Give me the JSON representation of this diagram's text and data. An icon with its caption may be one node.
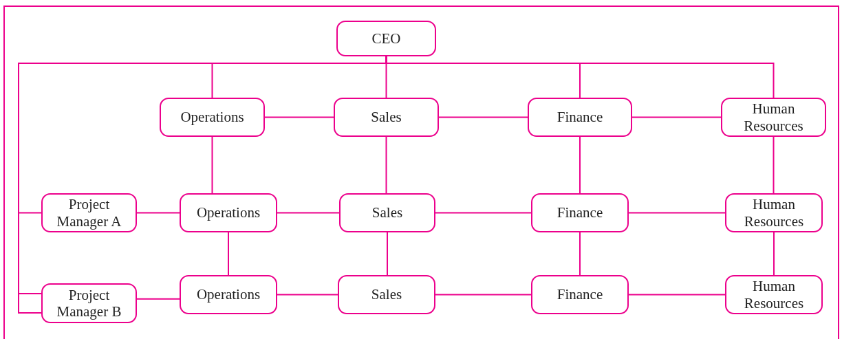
{
  "diagram": {
    "nodes": [
      {
        "text": [
          "CEO"
        ]
      },
      {
        "text": [
          "Operations"
        ]
      },
      {
        "text": [
          "Sales"
        ]
      },
      {
        "text": [
          "Finance"
        ]
      },
      {
        "text": [
          "Human Resources"
        ]
      },
      {
        "text": [
          "Project Manager A"
        ]
      },
      {
        "text": [
          "Operations"
        ]
      },
      {
        "text": [
          "Sales"
        ]
      },
      {
        "text": [
          "Finance"
        ]
      },
      {
        "text": [
          "Human Resources"
        ]
      },
      {
        "text": [
          "Project Manager B"
        ]
      },
      {
        "text": [
          "Operations"
        ]
      },
      {
        "text": [
          "Sales"
        ]
      },
      {
        "text": [
          "Finance"
        ]
      },
      {
        "text": [
          "Human Resources"
        ]
      }
    ],
    "edges": [
      {
        "from": 0,
        "to": 1,
        "arrow": "none"
      },
      {
        "from": 0,
        "to": 2,
        "arrow": "none"
      },
      {
        "from": 0,
        "to": 3,
        "arrow": "none"
      },
      {
        "from": 0,
        "to": 4,
        "arrow": "none"
      },
      {
        "from": 0,
        "to": 5,
        "arrow": "none"
      },
      {
        "from": 0,
        "to": 10,
        "arrow": "none"
      },
      {
        "from": 1,
        "to": 2,
        "arrow": "none"
      },
      {
        "from": 2,
        "to": 3,
        "arrow": "none"
      },
      {
        "from": 3,
        "to": 4,
        "arrow": "none"
      },
      {
        "from": 1,
        "to": 6,
        "arrow": "none"
      },
      {
        "from": 2,
        "to": 7,
        "arrow": "none"
      },
      {
        "from": 3,
        "to": 8,
        "arrow": "none"
      },
      {
        "from": 4,
        "to": 9,
        "arrow": "none"
      },
      {
        "from": 5,
        "to": 6,
        "arrow": "none"
      },
      {
        "from": 6,
        "to": 7,
        "arrow": "none"
      },
      {
        "from": 7,
        "to": 8,
        "arrow": "none"
      },
      {
        "from": 8,
        "to": 9,
        "arrow": "none"
      },
      {
        "from": 6,
        "to": 11,
        "arrow": "none"
      },
      {
        "from": 7,
        "to": 12,
        "arrow": "none"
      },
      {
        "from": 8,
        "to": 13,
        "arrow": "none"
      },
      {
        "from": 9,
        "to": 14,
        "arrow": "none"
      },
      {
        "from": 10,
        "to": 11,
        "arrow": "none"
      },
      {
        "from": 11,
        "to": 12,
        "arrow": "none"
      },
      {
        "from": 12,
        "to": 13,
        "arrow": "none"
      },
      {
        "from": 13,
        "to": 14,
        "arrow": "none"
      }
    ]
  }
}
